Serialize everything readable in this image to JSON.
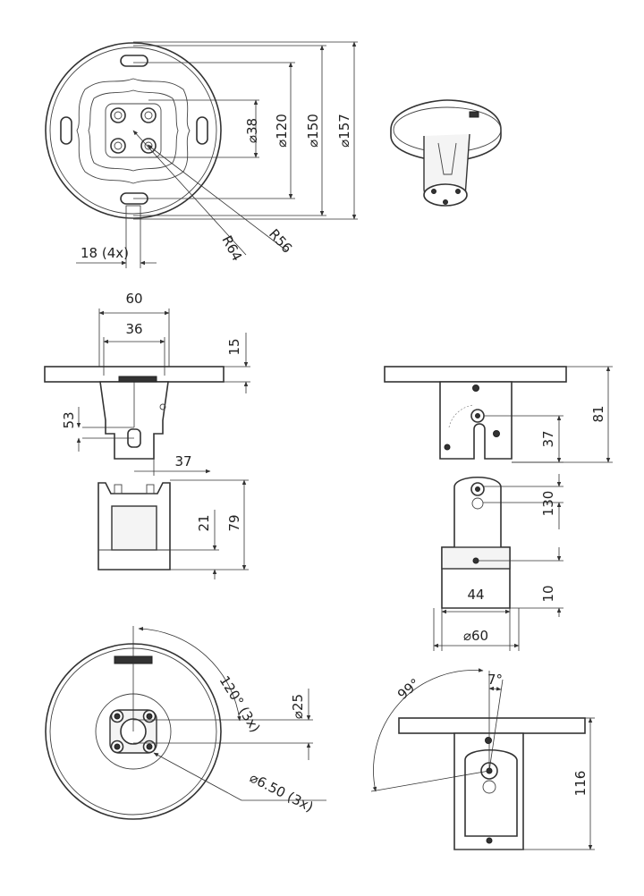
{
  "colors": {
    "line": "#333333",
    "fill": "#f4f4f4",
    "dark": "#333333",
    "background": "#ffffff"
  },
  "labels": {
    "top_view": {
      "d38": "⌀38",
      "d120": "⌀120",
      "d150": "⌀150",
      "d157": "⌀157",
      "r64": "R64",
      "r56": "R56",
      "w18": "18 (4x)"
    },
    "front_view": {
      "w60": "60",
      "w36": "36",
      "h15": "15",
      "h53": "53"
    },
    "adapter_view": {
      "w37": "37",
      "h21": "21",
      "h79": "79"
    },
    "side_view": {
      "h81": "81",
      "h37": "37"
    },
    "rotated_view": {
      "h130": "130",
      "w44": "44",
      "h10": "10",
      "d60": "⌀60"
    },
    "bottom_view": {
      "a120": "120° (3x)",
      "d25": "⌀25",
      "d650": "⌀6.50 (3x)"
    },
    "tilt_view": {
      "a99": "99°",
      "a7": "7°",
      "h116": "116"
    }
  }
}
